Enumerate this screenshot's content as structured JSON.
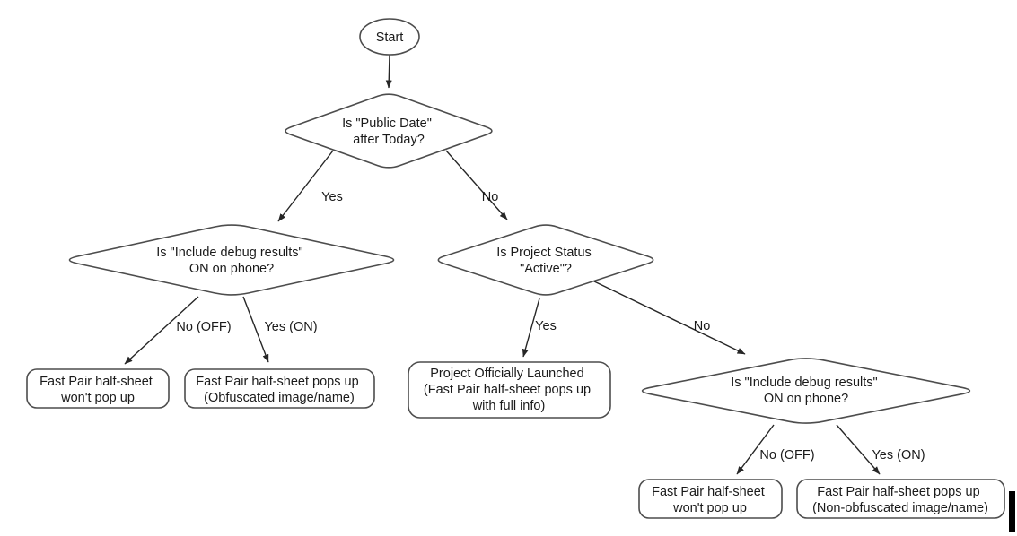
{
  "flowchart": {
    "colors": {
      "background": "#ffffff",
      "shape-stroke": "#4d4d4d",
      "arrow": "#262626",
      "text": "#1a1a1a",
      "cursor": "#000000"
    },
    "nodes": {
      "start": {
        "shape": "ellipse",
        "label": "Start"
      },
      "public_date": {
        "shape": "decision",
        "lines": [
          "Is \"Public Date\"",
          "after Today?"
        ]
      },
      "debug_left": {
        "shape": "decision",
        "lines": [
          "Is \"Include debug results\"",
          "ON on phone?"
        ]
      },
      "project_status": {
        "shape": "decision",
        "lines": [
          "Is Project Status",
          "\"Active\"?"
        ]
      },
      "debug_right": {
        "shape": "decision",
        "lines": [
          "Is \"Include debug results\"",
          "ON on phone?"
        ]
      },
      "no_popup_left": {
        "shape": "terminal",
        "lines": [
          "Fast Pair half-sheet",
          "won't pop up"
        ]
      },
      "obfuscated_popup": {
        "shape": "terminal",
        "lines": [
          "Fast Pair half-sheet pops up",
          "(Obfuscated image/name)"
        ]
      },
      "launched": {
        "shape": "terminal",
        "lines": [
          "Project Officially Launched",
          "(Fast Pair half-sheet pops up",
          "with full info)"
        ]
      },
      "no_popup_right": {
        "shape": "terminal",
        "lines": [
          "Fast Pair half-sheet",
          "won't pop up"
        ]
      },
      "non_obfuscated_popup": {
        "shape": "terminal",
        "lines": [
          "Fast Pair half-sheet pops up",
          "(Non-obfuscated image/name)"
        ]
      }
    },
    "edge_labels": {
      "public_date_yes": "Yes",
      "public_date_no": "No",
      "debug_left_no": "No (OFF)",
      "debug_left_yes": "Yes (ON)",
      "project_status_yes": "Yes",
      "project_status_no": "No",
      "debug_right_no": "No (OFF)",
      "debug_right_yes": "Yes (ON)"
    }
  }
}
